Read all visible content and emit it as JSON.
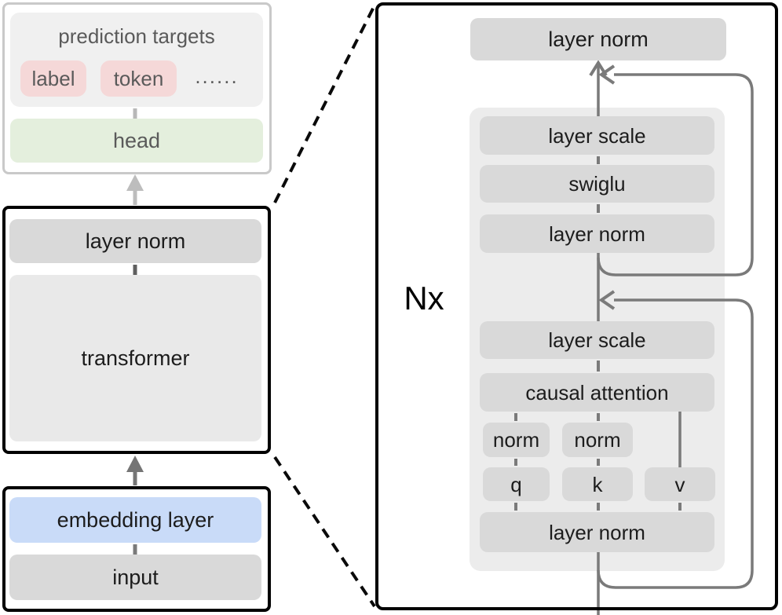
{
  "diagram": {
    "overview": {
      "prediction_targets": {
        "title": "prediction targets",
        "label_pill": "label",
        "token_pill": "token",
        "ellipsis": "......",
        "head": "head"
      },
      "transformer_block": {
        "layer_norm": "layer norm",
        "transformer": "transformer"
      },
      "input_block": {
        "embedding_layer": "embedding layer",
        "input": "input"
      }
    },
    "detail": {
      "repeat_label": "Nx",
      "output_layer_norm": "layer norm",
      "mlp": {
        "layer_scale": "layer scale",
        "swiglu": "swiglu",
        "layer_norm": "layer norm"
      },
      "attention": {
        "layer_scale": "layer scale",
        "causal_attention": "causal attention",
        "norm_q": "norm",
        "norm_k": "norm",
        "q": "q",
        "k": "k",
        "v": "v",
        "layer_norm": "layer norm"
      }
    },
    "colors": {
      "box_gray": "#d9d9d9",
      "box_light_gray": "#e9e9e9",
      "container_gray": "#ececec",
      "panel_gray": "#f0f0f0",
      "pink": "#f5d8d8",
      "green": "#e4efdd",
      "blue": "#c9dbf8",
      "line_gray": "#7a7a7a",
      "light_arrow_gray": "#bdbdbd",
      "frame_black": "#000000",
      "soft_frame_gray": "#c9c9c9"
    }
  }
}
